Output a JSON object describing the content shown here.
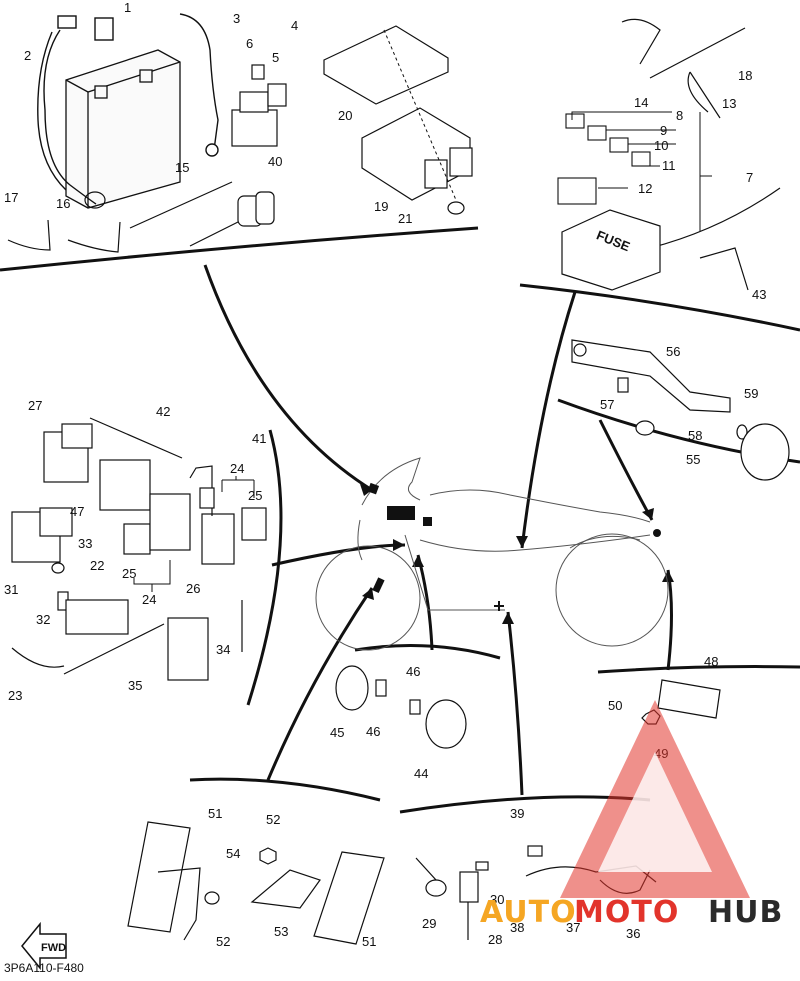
{
  "diagram": {
    "callouts": [
      "1",
      "2",
      "3",
      "4",
      "5",
      "6",
      "7",
      "8",
      "9",
      "10",
      "11",
      "12",
      "13",
      "14",
      "15",
      "16",
      "17",
      "18",
      "19",
      "20",
      "21",
      "22",
      "23",
      "24",
      "25",
      "26",
      "27",
      "28",
      "29",
      "30",
      "31",
      "32",
      "33",
      "34",
      "35",
      "36",
      "37",
      "38",
      "39",
      "40",
      "41",
      "42",
      "43",
      "44",
      "45",
      "46",
      "47",
      "48",
      "49",
      "50",
      "51",
      "52",
      "53",
      "54",
      "55",
      "56",
      "57",
      "58",
      "59"
    ],
    "fuse_label": "FUSE",
    "forward_label": "FWD",
    "figure_code": "3P6A110-F480"
  },
  "watermark": {
    "text_auto": "AUTO",
    "text_moto": "MOTO",
    "text_hub": "HUB",
    "color_orange": "#f5a623",
    "color_red": "#e2342b",
    "color_dark": "#2a2a2a"
  }
}
